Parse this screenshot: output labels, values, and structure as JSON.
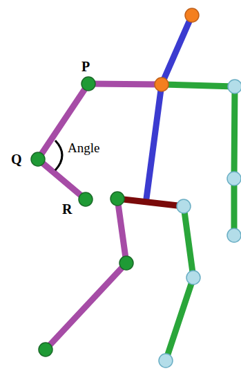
{
  "diagram": {
    "labels": [
      "P",
      "Q",
      "R",
      "Angle"
    ]
  }
}
